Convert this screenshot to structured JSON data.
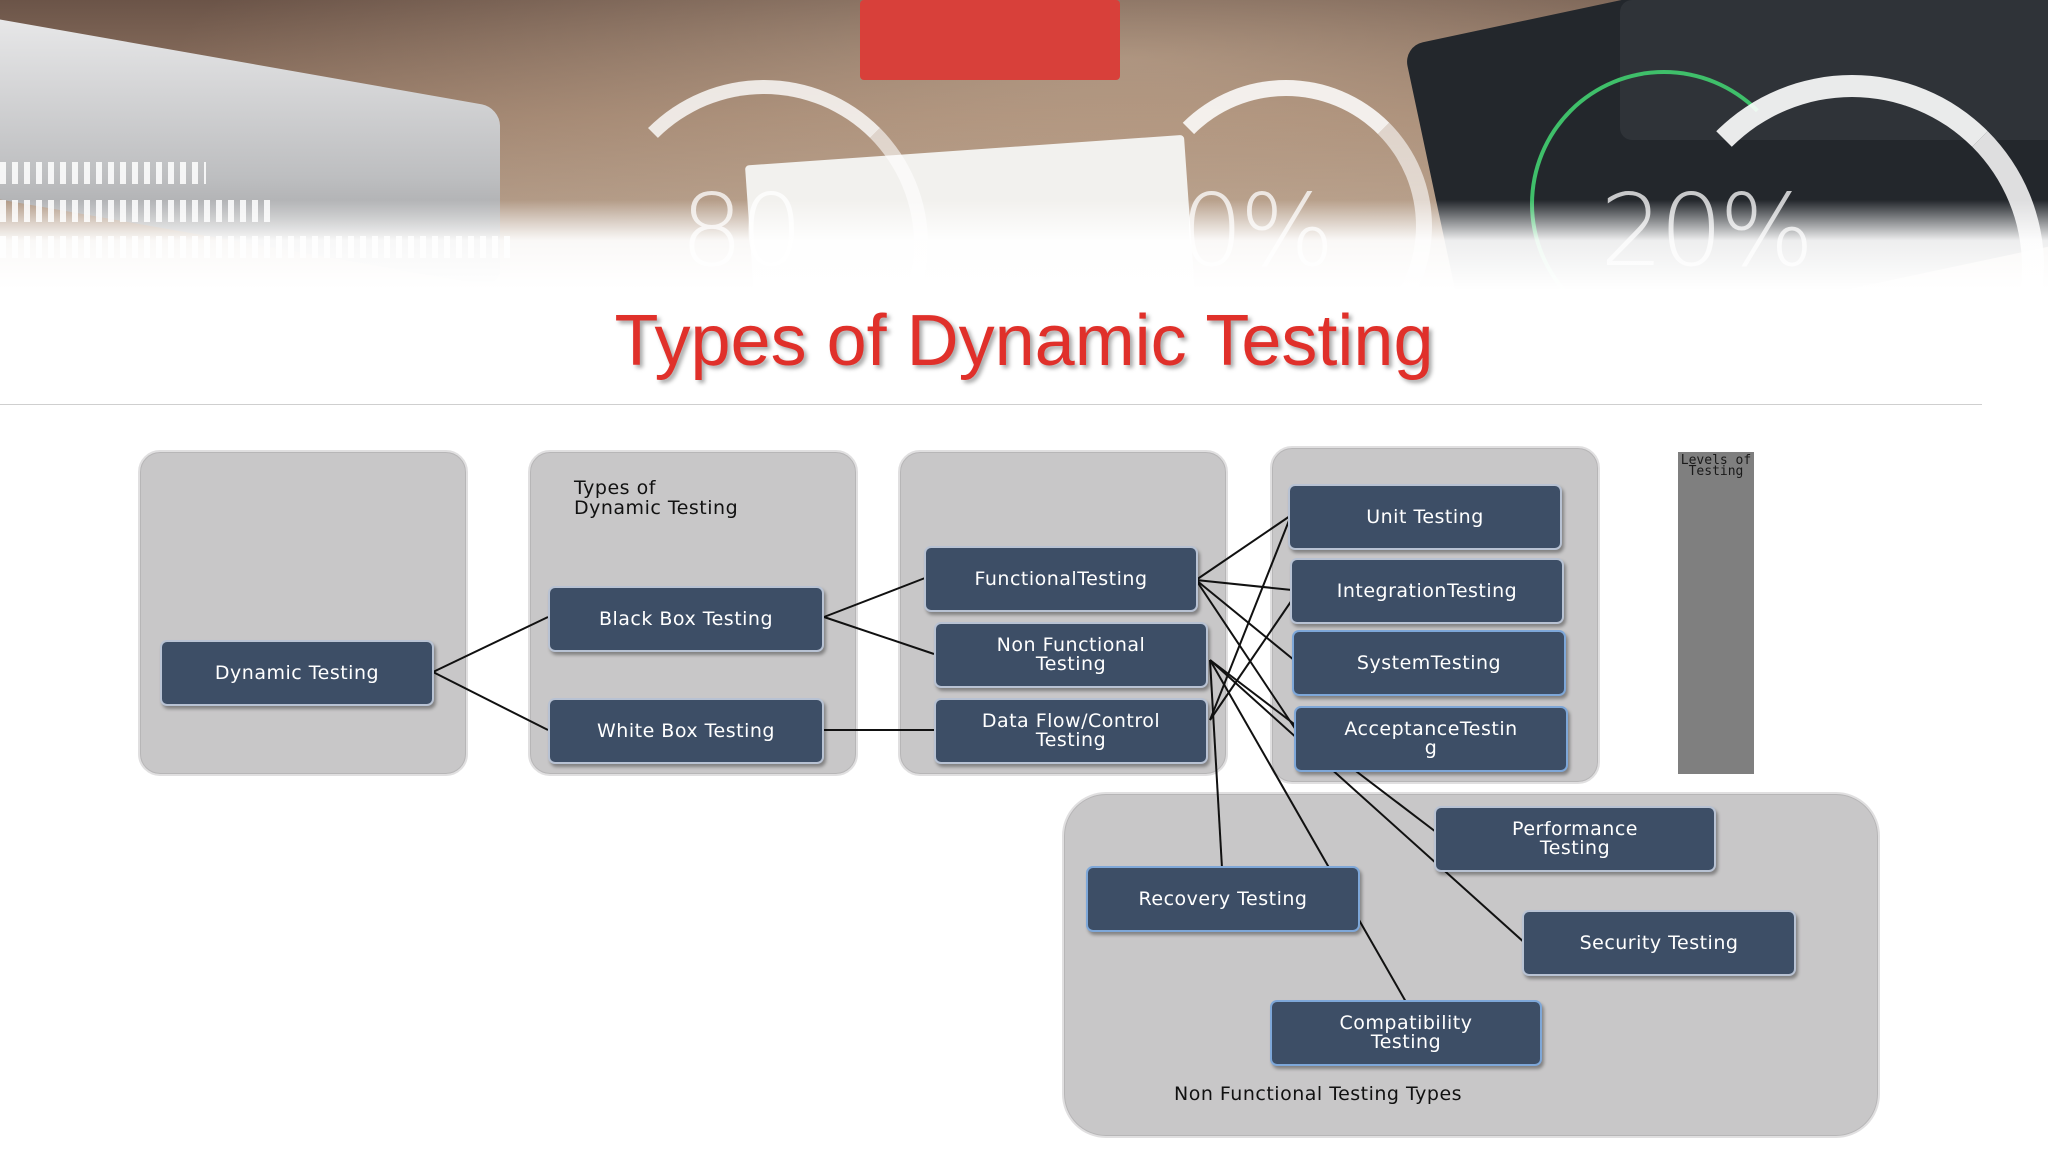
{
  "slide": {
    "title": "Types of Dynamic Testing"
  },
  "banner": {
    "percent_left": "80",
    "percent_mid": "0%",
    "percent_right": "20%"
  },
  "diagram": {
    "group_labels": {
      "types": "Types of\nDynamic Testing",
      "levels": "Levels of Testing",
      "non_functional": "Non Functional Testing Types"
    },
    "nodes": {
      "dynamic": "Dynamic Testing",
      "black_box": "Black Box Testing",
      "white_box": "White Box Testing",
      "functional": "FunctionalTesting",
      "non_functional": "Non Functional\nTesting",
      "data_flow": "Data Flow/Control\nTesting",
      "unit": "Unit Testing",
      "integration": "IntegrationTesting",
      "system": "SystemTesting",
      "acceptance": "AcceptanceTestin\ng",
      "performance": "Performance\nTesting",
      "recovery": "Recovery Testing",
      "security": "Security Testing",
      "compatibility": "Compatibility\nTesting"
    },
    "colors": {
      "node_fill": "#3d4e66",
      "group_fill": "#c8c7c8",
      "title_red": "#e0302a"
    }
  }
}
